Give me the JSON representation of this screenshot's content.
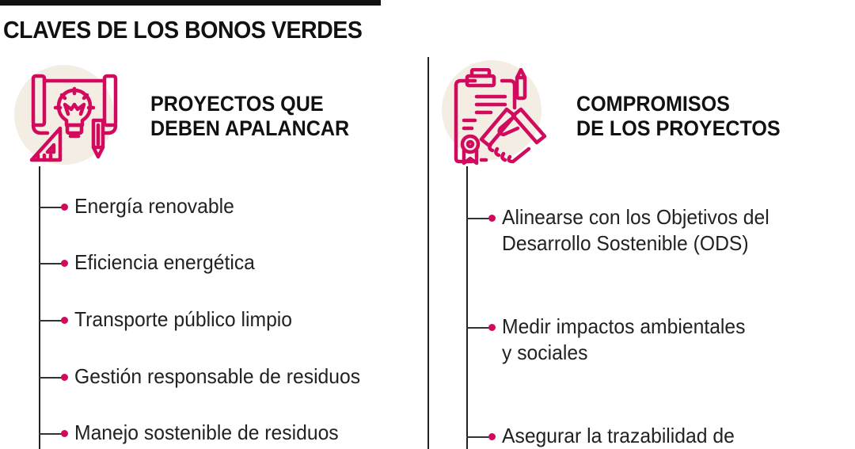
{
  "title": "CLAVES DE LOS BONOS VERDES",
  "colors": {
    "accent": "#d10a5e",
    "circle_bg": "#f3ede4",
    "text": "#111111"
  },
  "left": {
    "icon": "blueprint-lightbulb-icon",
    "heading_line1": "PROYECTOS QUE",
    "heading_line2": "DEBEN APALANCAR",
    "items": [
      {
        "text": "Energía renovable"
      },
      {
        "text": "Eficiencia energética"
      },
      {
        "text": "Transporte público limpio"
      },
      {
        "text": "Gestión responsable de residuos"
      },
      {
        "text": "Manejo sostenible de residuos"
      }
    ]
  },
  "right": {
    "icon": "contract-handshake-icon",
    "heading_line1": "COMPROMISOS",
    "heading_line2": "DE LOS PROYECTOS",
    "items": [
      {
        "line1": "Alinearse con los Objetivos del",
        "line2": "Desarrollo Sostenible (ODS)"
      },
      {
        "line1": "Medir impactos ambientales",
        "line2": "y sociales"
      },
      {
        "line1": "Asegurar la trazabilidad de",
        "line2": ""
      }
    ]
  }
}
